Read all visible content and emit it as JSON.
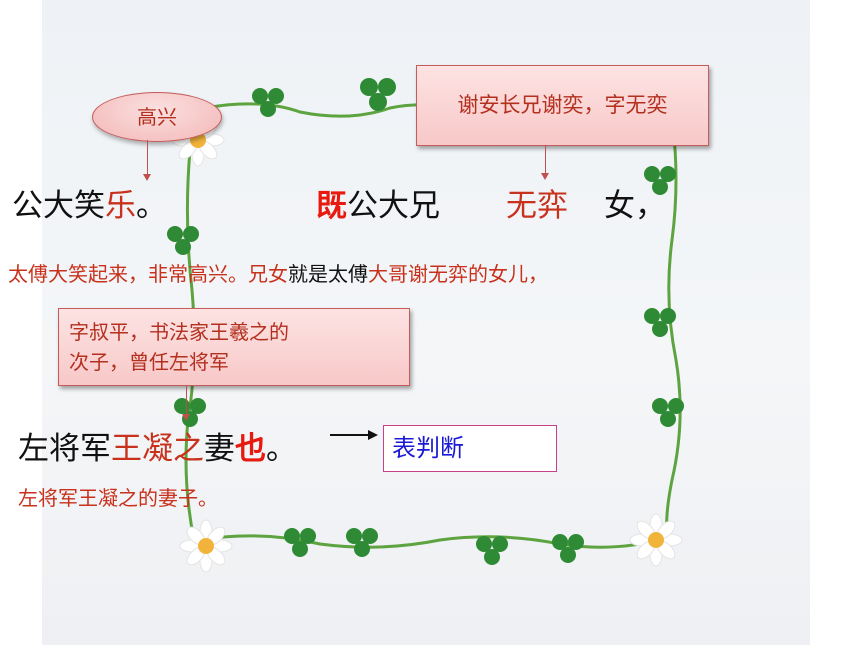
{
  "callouts": {
    "gaoxing": "高兴",
    "xie_an": "谢安长兄谢奕，字无奕",
    "wang_ningzhi_line1": "字叔平，书法家王羲之的",
    "wang_ningzhi_line2": "次子，曾任左将军"
  },
  "line1": {
    "a": "公大笑",
    "b": "乐",
    "c": "。",
    "d": "既",
    "e": "公大兄",
    "f": "无弈",
    "g": "女，"
  },
  "translation1": {
    "a": "太傅大笑起来，非常高兴。兄女",
    "b": "就是太傅",
    "c": "大哥谢无弈的女儿，"
  },
  "line3": {
    "a": "左将军",
    "b": "王凝之",
    "c": "妻",
    "d": "也",
    "e": "。"
  },
  "judgment_box": "表判断",
  "translation2": "左将军王凝之的妻子。",
  "colors": {
    "red": "#c8321c",
    "bright_red": "#e8190f",
    "blue": "#1a1ad6",
    "callout_fill": "#f8c8c8"
  }
}
